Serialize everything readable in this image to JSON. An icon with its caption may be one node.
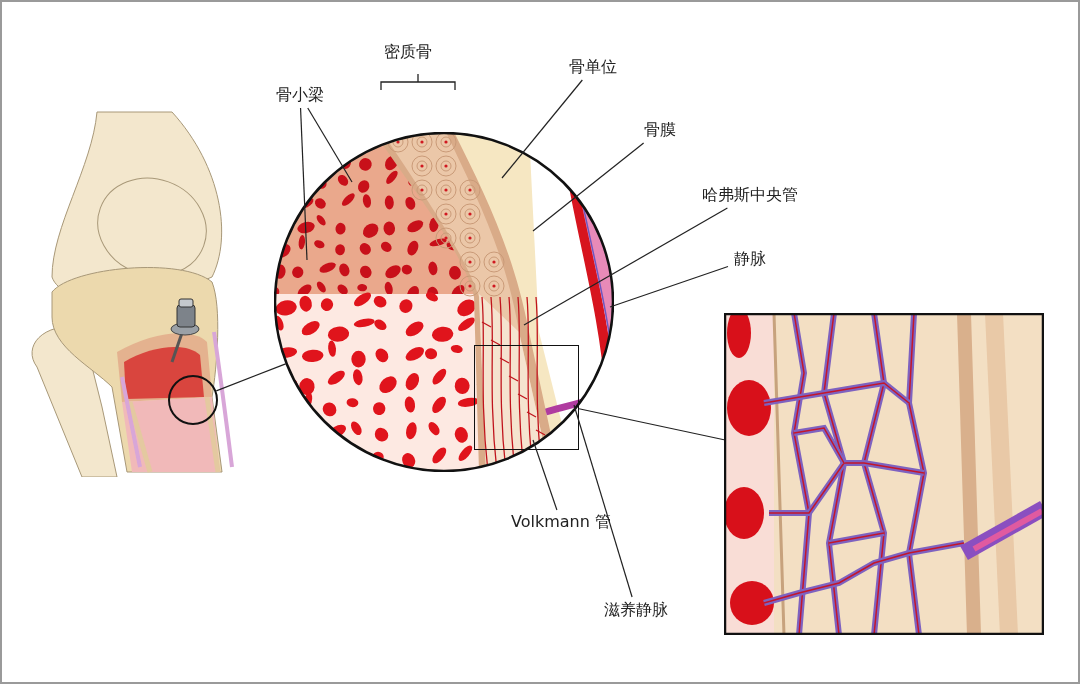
{
  "diagram": {
    "nodes": [
      {
        "text": [],
        "shape": "picture"
      },
      {
        "text": [],
        "shape": "circle",
        "in": 0
      },
      {
        "text": [],
        "shape": "picture"
      },
      {
        "text": [],
        "shape": "box",
        "in": 2
      },
      {
        "text": [],
        "shape": "picture"
      },
      {
        "text": [
          "骨小梁"
        ]
      },
      {
        "text": [
          "骨单位"
        ]
      },
      {
        "text": [
          "骨膜"
        ]
      },
      {
        "text": [
          "哈弗斯中央管"
        ]
      },
      {
        "text": [
          "静脉"
        ]
      },
      {
        "text": [
          "Volkmann 管"
        ]
      },
      {
        "text": [
          "滋养静脉"
        ]
      }
    ],
    "edges": [
      {
        "from": 1,
        "to": 2,
        "arrow": "none"
      },
      {
        "from": 3,
        "to": 4,
        "arrow": "none"
      },
      {
        "from": 5,
        "to": 2,
        "arrow": "none"
      },
      {
        "from": 5,
        "to": 2,
        "arrow": "none"
      },
      {
        "from": 6,
        "to": 2,
        "arrow": "none"
      },
      {
        "from": 7,
        "to": 2,
        "arrow": "none"
      },
      {
        "from": 8,
        "to": 2,
        "arrow": "none"
      },
      {
        "from": 9,
        "to": 2,
        "arrow": "none"
      },
      {
        "from": 10,
        "to": 3,
        "arrow": "none"
      },
      {
        "from": 11,
        "to": 3,
        "arrow": "none"
      }
    ],
    "labels": [
      "密质骨"
    ]
  }
}
